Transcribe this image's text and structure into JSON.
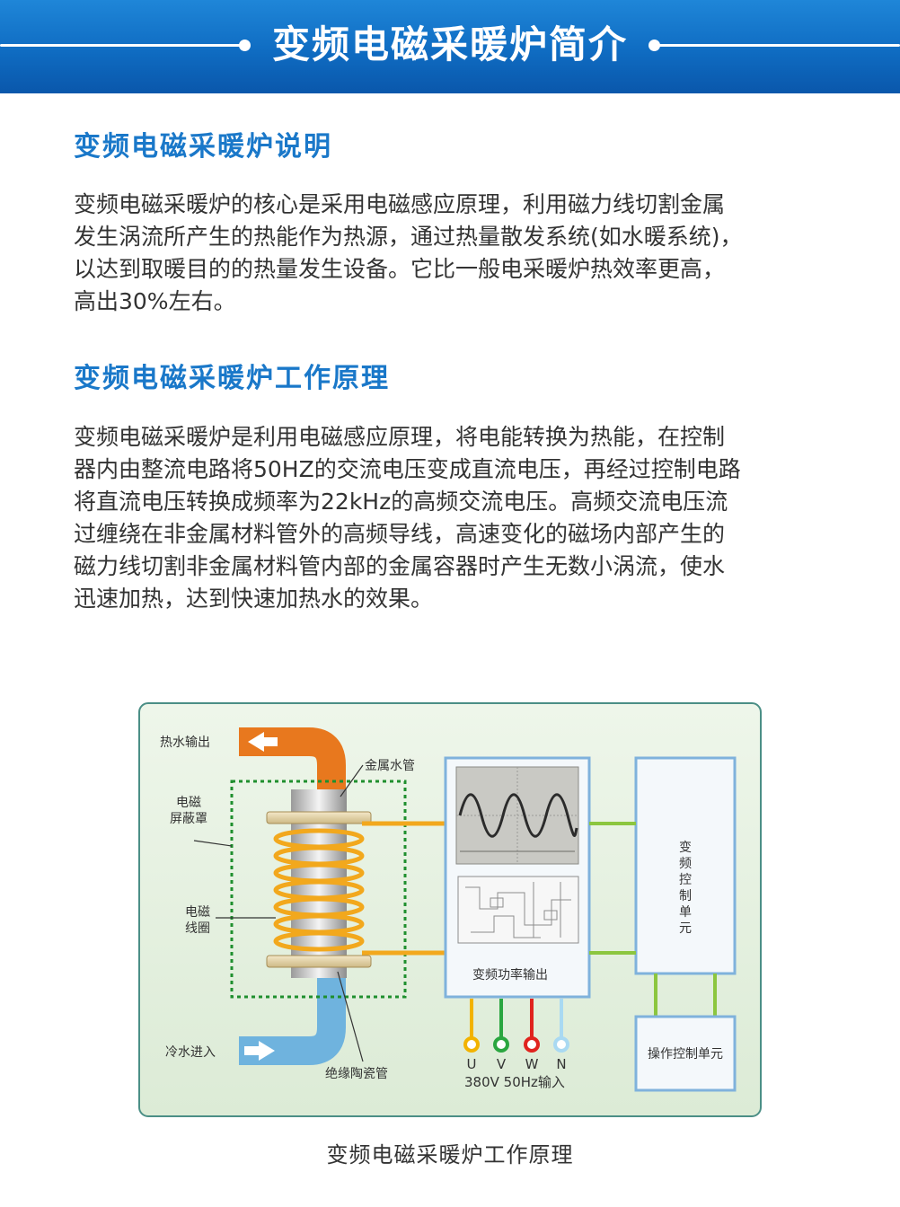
{
  "header": {
    "title": "变频电磁采暖炉简介"
  },
  "sections": [
    {
      "title": "变频电磁采暖炉说明",
      "lines": [
        "变频电磁采暖炉的核心是采用电磁感应原理，利用磁力线切割金属",
        "发生涡流所产生的热能作为热源，通过热量散发系统(如水暖系统)，",
        "以达到取暖目的的热量发生设备。它比一般电采暖炉热效率更高，",
        "高出30%左右。"
      ]
    },
    {
      "title": "变频电磁采暖炉工作原理",
      "lines": [
        "变频电磁采暖炉是利用电磁感应原理，将电能转换为热能，在控制",
        "器内由整流电路将50HZ的交流电压变成直流电压，再经过控制电路",
        "将直流电压转换成频率为22kHz的高频交流电压。高频交流电压流",
        "过缠绕在非金属材料管外的高频导线，高速变化的磁场内部产生的",
        "磁力线切割非金属材料管内部的金属容器时产生无数小涡流，使水",
        "迅速加热，达到快速加热水的效果。"
      ]
    }
  ],
  "diagram": {
    "hot_water_out": "热水输出",
    "shield_line1": "电磁",
    "shield_line2": "屏蔽罩",
    "coil_line1": "电磁",
    "coil_line2": "线圈",
    "cold_water_in": "冷水进入",
    "metal_pipe": "金属水管",
    "ceramic_pipe": "绝缘陶瓷管",
    "power_output": "变频功率输出",
    "control_unit": "变频控制单元",
    "operation_unit": "操作控制单元",
    "terminals": [
      "U",
      "V",
      "W",
      "N"
    ],
    "terminal_colors": [
      "#f2b300",
      "#2aa640",
      "#e0231e",
      "#a9d9f2"
    ],
    "input_spec": "380V 50Hz输入",
    "colors": {
      "hot_pipe": "#e8781e",
      "cold_pipe": "#6fb3de",
      "coil": "#f2a81d",
      "shield": "#1f8f2e",
      "box_border": "#7fb2dc",
      "link_green": "#8cc63f"
    }
  },
  "caption": "变频电磁采暖炉工作原理"
}
